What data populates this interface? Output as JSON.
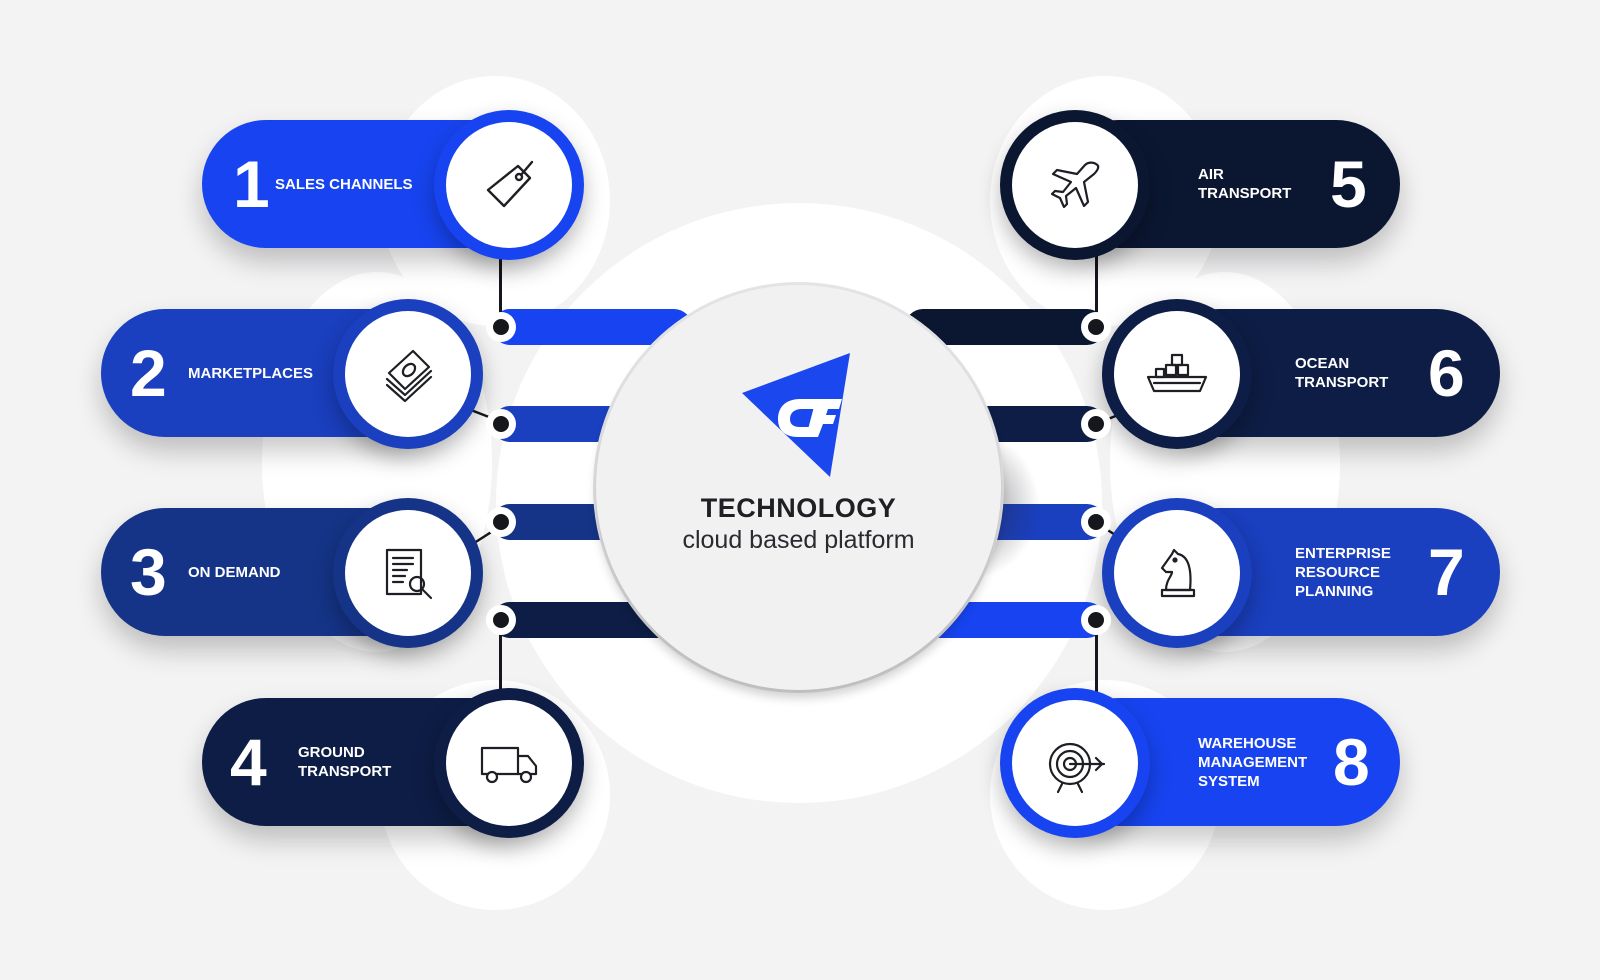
{
  "center": {
    "title": "TECHNOLOGY",
    "subtitle": "cloud based platform",
    "logo_icon": "cf-triangle-logo-icon"
  },
  "colors": {
    "bright": "#1744f0",
    "royal": "#1a3fbf",
    "navy_mid": "#153487",
    "navy_dark": "#0d1d45",
    "midnight": "#0b1631"
  },
  "items": [
    {
      "number": "1",
      "label": "SALES CHANNELS",
      "icon": "price-tag-icon",
      "side": "left"
    },
    {
      "number": "2",
      "label": "MARKETPLACES",
      "icon": "cash-stack-icon",
      "side": "left"
    },
    {
      "number": "3",
      "label": "ON DEMAND",
      "icon": "document-search-icon",
      "side": "left"
    },
    {
      "number": "4",
      "label": "GROUND TRANSPORT",
      "icon": "truck-icon",
      "side": "left"
    },
    {
      "number": "5",
      "label": "AIR TRANSPORT",
      "icon": "airplane-icon",
      "side": "right"
    },
    {
      "number": "6",
      "label": "OCEAN TRANSPORT",
      "icon": "cargo-ship-icon",
      "side": "right"
    },
    {
      "number": "7",
      "label": "ENTERPRISE RESOURCE PLANNING",
      "icon": "chess-knight-icon",
      "side": "right"
    },
    {
      "number": "8",
      "label": "WAREHOUSE MANAGEMENT SYSTEM",
      "icon": "target-arrow-icon",
      "side": "right"
    }
  ]
}
